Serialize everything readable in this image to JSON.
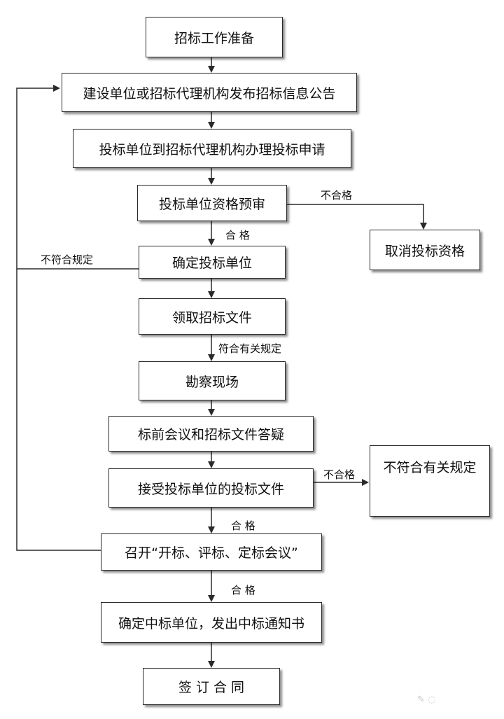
{
  "nodes": {
    "prepare": "招标工作准备",
    "announce": "建设单位或招标代理机构发布招标信息公告",
    "apply": "投标单位到招标代理机构办理投标申请",
    "prequal": "投标单位资格预审",
    "cancel": "取消投标资格",
    "determine": "确定投标单位",
    "get_docs": "领取招标文件",
    "survey": "勘察现场",
    "pre_meeting": "标前会议和招标文件答疑",
    "receive": "接受投标单位的投标文件",
    "noncompliant": "不符合有关规定",
    "meeting": "召开“开标、评标、定标会议”",
    "winner": "确定中标单位，发出中标通知书",
    "contract": "签 订 合 同"
  },
  "labels": {
    "fail_1": "不合格",
    "pass_1": "合 格",
    "not_compliant": "不符合规定",
    "compliant": "符合有关规定",
    "fail_2": "不合格",
    "pass_2": "合 格",
    "pass_3": "合 格"
  },
  "colors": {
    "line": "#2a2a2a",
    "border": "#2a2a2a",
    "background": "#ffffff"
  }
}
